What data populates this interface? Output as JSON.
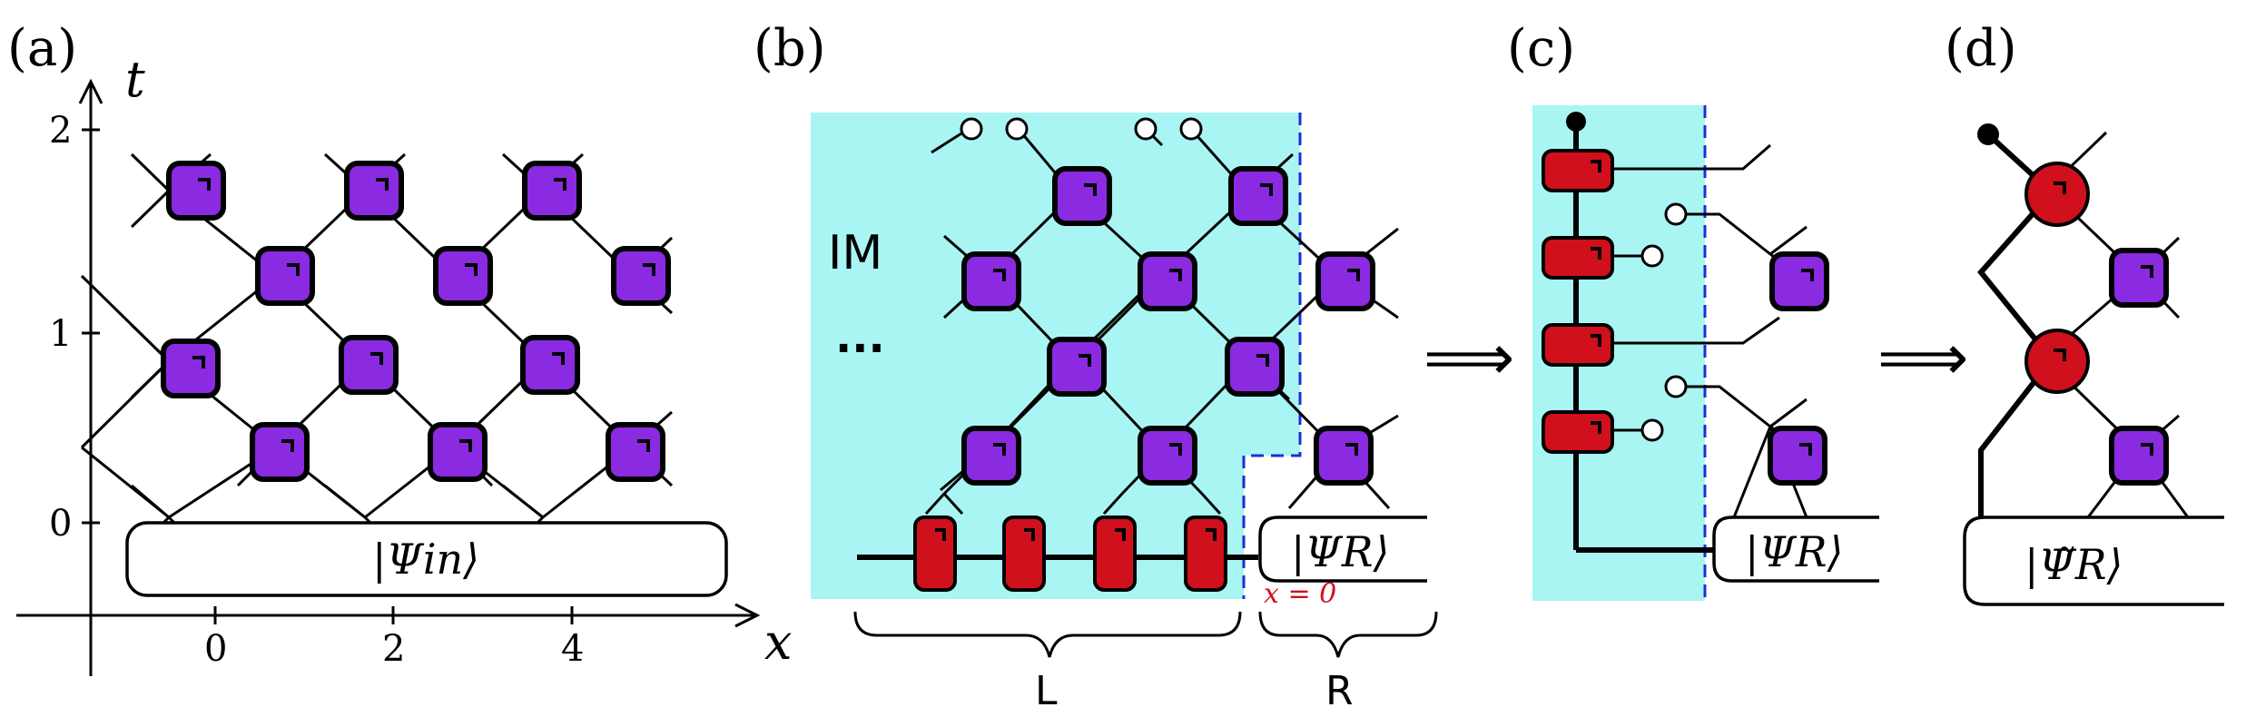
{
  "panels": {
    "a": {
      "label": "(a)",
      "axis_t_label": "t",
      "axis_x_label": "x",
      "t_ticks": [
        "0",
        "1",
        "2"
      ],
      "x_ticks": [
        "0",
        "2",
        "4"
      ],
      "state_label": "|Ψin⟩"
    },
    "b": {
      "label": "(b)",
      "im_label": "IM",
      "dots": "···",
      "state_label": "|ΨR⟩",
      "x_zero_label": "x = 0",
      "left_brace_label": "L",
      "right_brace_label": "R"
    },
    "c": {
      "label": "(c)",
      "state_label": "|ΨR⟩"
    },
    "d": {
      "label": "(d)",
      "state_label": "|Ψ̃R⟩"
    }
  },
  "arrows": [
    "⟹",
    "⟹"
  ],
  "colors": {
    "gate": "#8a2be2",
    "red_gate": "#d0101c",
    "influence_region": "#a9f5f3",
    "boundary": "#1a2fd6",
    "x_zero_label": "#d0101c"
  }
}
